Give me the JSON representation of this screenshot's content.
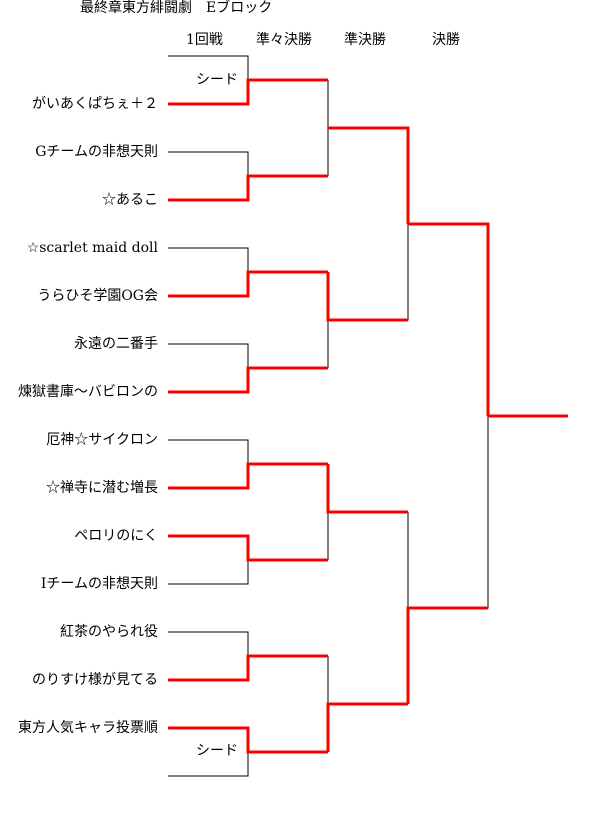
{
  "title": "最終章東方緋闘劇　Eブロック",
  "rounds": [
    "1回戦",
    "準々決勝",
    "準決勝",
    "決勝"
  ],
  "teams": [
    "がいあくぱちぇ＋２",
    "Gチームの非想天則",
    "☆あるこ",
    "☆scarlet maid doll",
    "うらひそ学園OG会",
    "永遠の二番手",
    "煉獄書庫～バビロンの",
    "厄神☆サイクロン",
    "☆禅寺に潜む増長",
    "ペロリのにく",
    "Iチームの非想天則",
    "紅茶のやられ役",
    "のりすけ様が見てる",
    "東方人気キャラ投票順"
  ],
  "seed_label": "シード",
  "colors": {
    "winner": "#ff0000",
    "line": "#000000"
  }
}
